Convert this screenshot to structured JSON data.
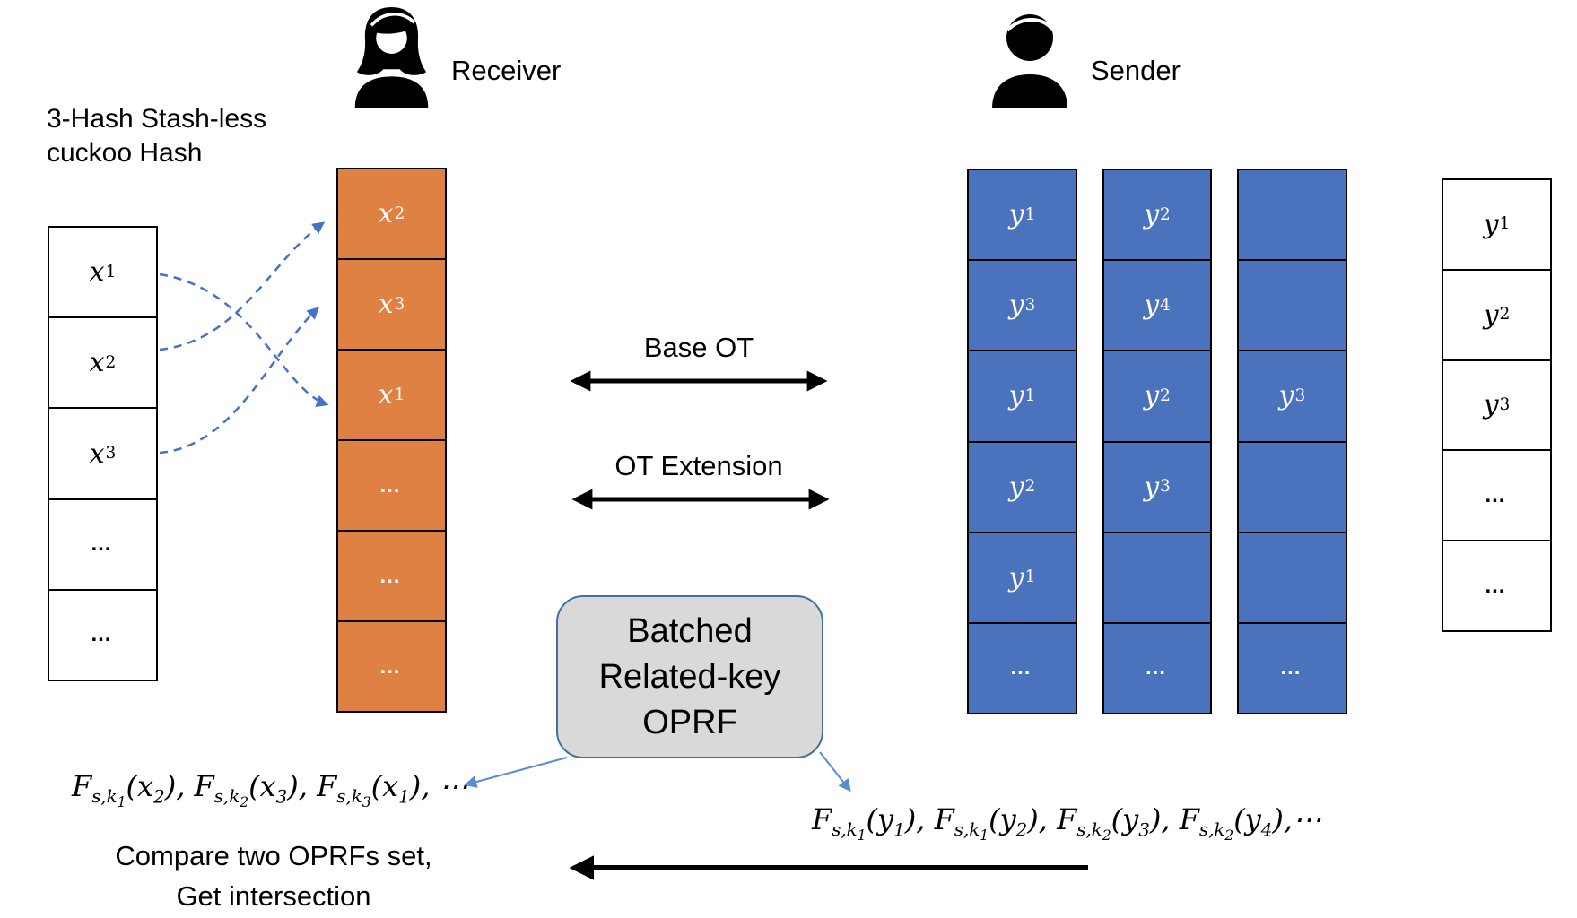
{
  "colors": {
    "orange": "#DF8142",
    "blue": "#4B72BC",
    "dash_arrow_blue": "#4472C4",
    "thin_arrow_blue": "#5B8BD0",
    "box_fill": "#D9D9D9",
    "box_border": "#41719C",
    "black": "#000000"
  },
  "header": {
    "receiver_label": "Receiver",
    "sender_label": "Sender",
    "cuckoo_note_line1": "3-Hash Stash-less",
    "cuckoo_note_line2": "cuckoo Hash"
  },
  "glyphs": {
    "dots": "…"
  },
  "receiver": {
    "input_column": [
      {
        "base": "x",
        "sub": "1"
      },
      {
        "base": "x",
        "sub": "2"
      },
      {
        "base": "x",
        "sub": "3"
      },
      {
        "dots": true
      },
      {
        "dots": true
      }
    ],
    "cuckoo_column": [
      {
        "base": "x",
        "sub": "2"
      },
      {
        "base": "x",
        "sub": "3"
      },
      {
        "base": "x",
        "sub": "1"
      },
      {
        "dots": true
      },
      {
        "dots": true
      },
      {
        "dots": true
      }
    ]
  },
  "sender": {
    "bin_columns": [
      [
        {
          "base": "y",
          "sub": "1"
        },
        {
          "base": "y",
          "sub": "3"
        },
        {
          "base": "y",
          "sub": "1"
        },
        {
          "base": "y",
          "sub": "2"
        },
        {
          "base": "y",
          "sub": "1"
        },
        {
          "dots": true
        }
      ],
      [
        {
          "base": "y",
          "sub": "2"
        },
        {
          "base": "y",
          "sub": "4"
        },
        {
          "base": "y",
          "sub": "2"
        },
        {
          "base": "y",
          "sub": "3"
        },
        {
          "empty": true
        },
        {
          "dots": true
        }
      ],
      [
        {
          "empty": true
        },
        {
          "empty": true
        },
        {
          "base": "y",
          "sub": "3"
        },
        {
          "empty": true
        },
        {
          "empty": true
        },
        {
          "dots": true
        }
      ]
    ],
    "input_column": [
      {
        "base": "y",
        "sub": "1"
      },
      {
        "base": "y",
        "sub": "2"
      },
      {
        "base": "y",
        "sub": "3"
      },
      {
        "dots": true
      },
      {
        "dots": true
      }
    ]
  },
  "middle": {
    "base_ot_label": "Base OT",
    "ot_extension_label": "OT Extension",
    "oprf_box_lines": [
      "Batched",
      "Related-key",
      "OPRF"
    ]
  },
  "formulas": {
    "func": "F",
    "key_prefix": "s,k",
    "separator": ", ",
    "receiver_terms": [
      {
        "key_idx": "1",
        "arg": "x",
        "arg_idx": "2"
      },
      {
        "key_idx": "2",
        "arg": "x",
        "arg_idx": "3"
      },
      {
        "key_idx": "3",
        "arg": "x",
        "arg_idx": "1"
      }
    ],
    "receiver_tail": ", ⋯",
    "sender_terms": [
      {
        "key_idx": "1",
        "arg": "y",
        "arg_idx": "1"
      },
      {
        "key_idx": "1",
        "arg": "y",
        "arg_idx": "2"
      },
      {
        "key_idx": "2",
        "arg": "y",
        "arg_idx": "3"
      },
      {
        "key_idx": "2",
        "arg": "y",
        "arg_idx": "4"
      }
    ],
    "sender_tail": ",⋯"
  },
  "footer": {
    "compare_line1": "Compare two OPRFs set,",
    "compare_line2": "Get intersection"
  }
}
